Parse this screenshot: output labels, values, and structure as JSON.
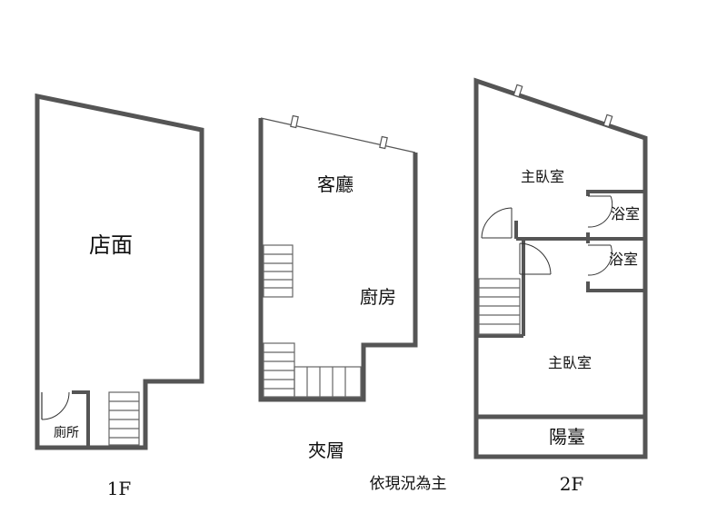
{
  "floor_1": {
    "label": "1F",
    "rooms": {
      "storefront": "店面",
      "toilet": "廁所"
    }
  },
  "mezzanine": {
    "label": "夾層",
    "rooms": {
      "living_room": "客廳",
      "kitchen": "廚房"
    }
  },
  "floor_2": {
    "label": "2F",
    "rooms": {
      "master_bedroom_upper": "主臥室",
      "bathroom_upper": "浴室",
      "bathroom_lower": "浴室",
      "master_bedroom_lower": "主臥室",
      "balcony": "陽臺"
    }
  },
  "note": "依現況為主"
}
